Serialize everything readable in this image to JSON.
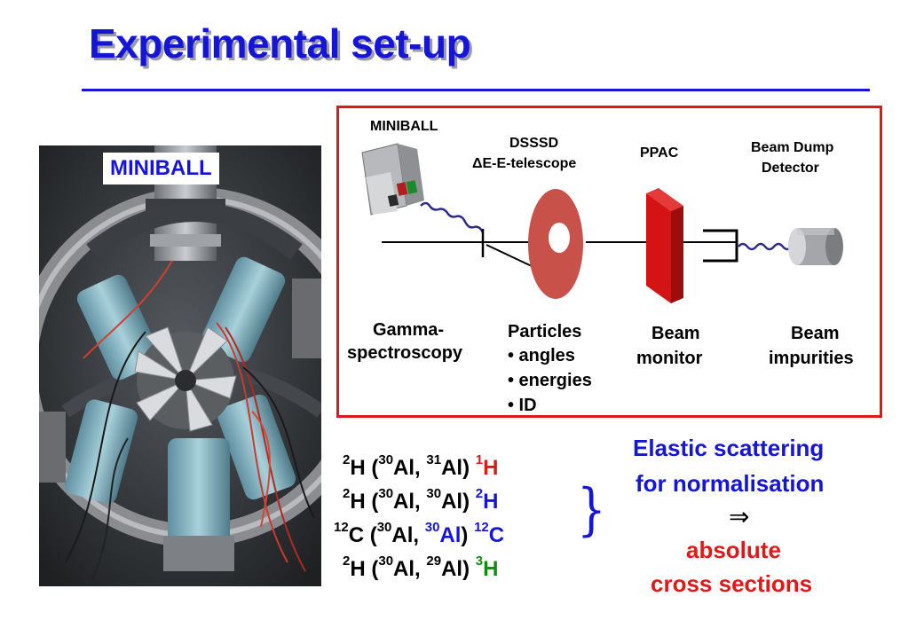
{
  "title": "Experimental set-up",
  "photo": {
    "label": "MINIBALL"
  },
  "setup": {
    "miniball_label": "MINIBALL",
    "dsssd_label_1": "DSSSD",
    "dsssd_label_2": "ΔE-E-telescope",
    "ppac_label": "PPAC",
    "beam_dump_1": "Beam Dump",
    "beam_dump_2": "Detector",
    "gamma_1": "Gamma-",
    "gamma_2": "spectroscopy",
    "particles_title": "Particles",
    "particles_items": [
      "• angles",
      "• energies",
      "• ID"
    ],
    "beam_monitor_1": "Beam",
    "beam_monitor_2": "monitor",
    "beam_imp_1": "Beam",
    "beam_imp_2": "impurities"
  },
  "reactions": [
    {
      "target_mass": "2",
      "target": "H",
      "proj_mass": "30",
      "proj": "Al",
      "ej_mass": "31",
      "ej": "Al",
      "light_mass": "1",
      "light": "H",
      "color": "#e01818"
    },
    {
      "target_mass": "2",
      "target": "H",
      "proj_mass": "30",
      "proj": "Al",
      "ej_mass": "30",
      "ej": "Al",
      "light_mass": "2",
      "light": "H",
      "color": "#1515d8"
    },
    {
      "target_mass": "12",
      "target": "C",
      "proj_mass": "30",
      "proj": "Al",
      "ej_mass": "30",
      "ej": "Al",
      "light_mass": "12",
      "light": "C",
      "color": "#1515d8"
    },
    {
      "target_mass": "2",
      "target": "H",
      "proj_mass": "30",
      "proj": "Al",
      "ej_mass": "29",
      "ej": "Al",
      "light_mass": "3",
      "light": "H",
      "color": "#118c11"
    }
  ],
  "conclusion": {
    "line1": "Elastic scattering",
    "line2": "for normalisation",
    "arrow": "⇒",
    "line3": "absolute",
    "line4": "cross sections"
  },
  "colors": {
    "title": "#1515d8",
    "frame": "#e01818",
    "dsssd": "#c8524a",
    "ppac": "#cc1010"
  }
}
